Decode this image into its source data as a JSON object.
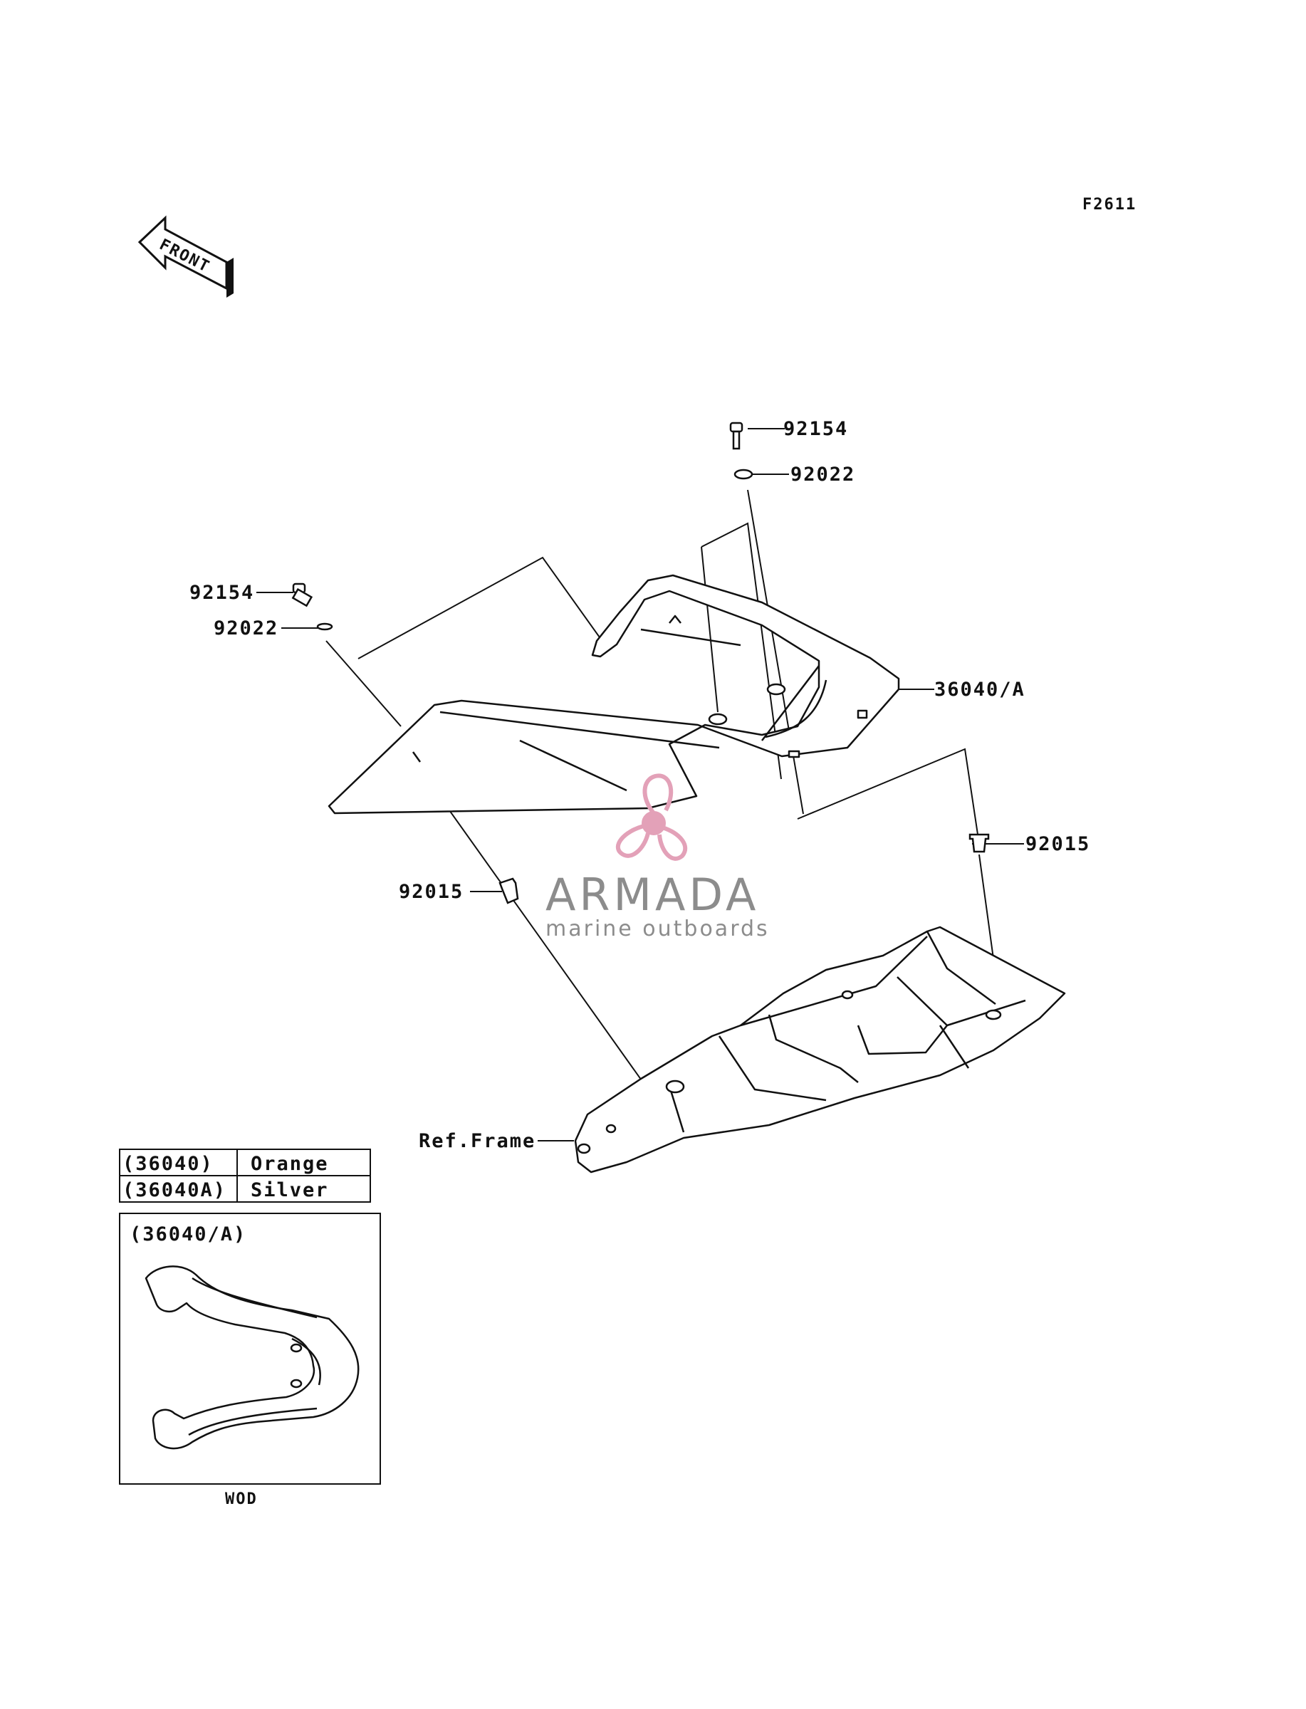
{
  "diagram": {
    "figure_code": "F2611",
    "front_arrow_label": "FRONT",
    "callouts": {
      "bolt_top": "92154",
      "washer_top": "92022",
      "bolt_left": "92154",
      "washer_left": "92022",
      "seat_cover": "36040/A",
      "grommet_right": "92015",
      "grommet_left": "92015",
      "frame_ref": "Ref.Frame"
    },
    "color_table": [
      {
        "code": "(36040)",
        "color": "Orange"
      },
      {
        "code": "(36040A)",
        "color": "Silver"
      }
    ],
    "inset": {
      "title": "(36040/A)",
      "caption": "WOD"
    }
  },
  "watermark": {
    "brand": "ARMADA",
    "tagline": "marine outboards",
    "colors": {
      "logo": "#e3a1b8",
      "text": "#8c8c8c"
    }
  }
}
